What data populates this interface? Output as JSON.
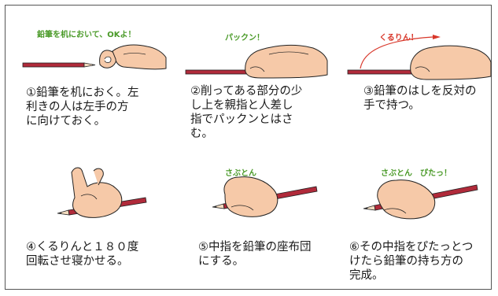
{
  "steps": [
    {
      "sfx": "鉛筆を机において、OKよ！",
      "caption": "①鉛筆を机におく。左\n利きの人は左手の方\nに向けておく。"
    },
    {
      "sfx": "パックン！",
      "caption": "②削ってある部分の少\nし上を親指と人差し\n指でパックンとはさ\nむ。"
    },
    {
      "sfx": "くるりん！",
      "caption": "③鉛筆のはしを反対の\n手で持つ。"
    },
    {
      "sfx": "",
      "caption": "④くるりんと１８０度\n回転させ寝かせる。"
    },
    {
      "sfx": "さぶとん",
      "caption": "⑤中指を鉛筆の座布団\nにする。"
    },
    {
      "sfx": "さぶとん　ぴたっ！",
      "caption": "⑥その中指をぴたっとつ\nけたら鉛筆の持ち方の\n完成。"
    }
  ],
  "colors": {
    "pencil": "#b02a3a",
    "skin": "#f6c9a8",
    "outline": "#222222",
    "sfx_green": "#4a9a28",
    "arrow": "#d8372a"
  }
}
